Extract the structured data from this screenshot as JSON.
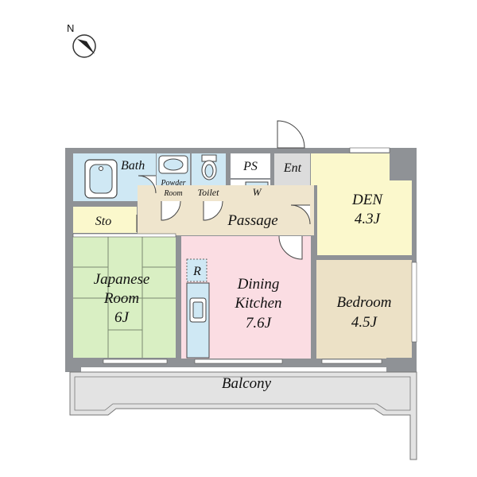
{
  "compass": {
    "label": "N",
    "icon": "compass-icon"
  },
  "rooms": {
    "bath": "Bath",
    "powder_room": [
      "Powder",
      "Room"
    ],
    "toilet": "Toilet",
    "ps": "PS",
    "w": "W",
    "ent": "Ent",
    "den": [
      "DEN",
      "4.3J"
    ],
    "sto": "Sto",
    "passage": "Passage",
    "japanese_room": [
      "Japanese",
      "Room",
      "6J"
    ],
    "r": "R",
    "dining_kitchen": [
      "Dining",
      "Kitchen",
      "7.6J"
    ],
    "bedroom": [
      "Bedroom",
      "4.5J"
    ],
    "balcony": "Balcony"
  },
  "colors": {
    "wall": "#8f9296",
    "japanese_room": "#d9efc3",
    "dining_kitchen": "#fbdde3",
    "den": "#fbf8cc",
    "bedroom": "#ece1c6",
    "wet_area": "#cfe8f4",
    "passage": "#efe5cd",
    "storage": "#fbf8cc",
    "balcony": "#e3e3e3"
  }
}
